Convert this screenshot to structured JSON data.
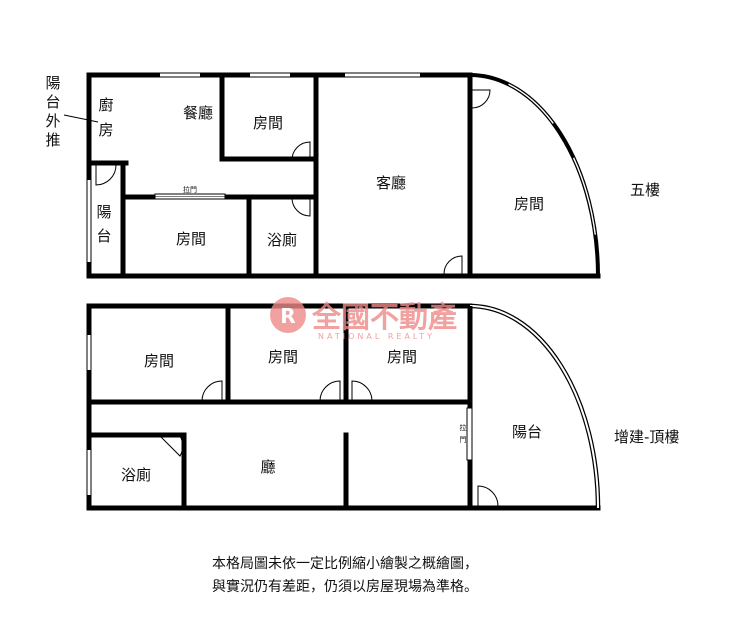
{
  "labels": {
    "balcony_pushout": [
      "陽",
      "台",
      "外",
      "推"
    ],
    "kitchen": [
      "廚",
      "房"
    ],
    "dining": "餐廳",
    "room_top_small": "房間",
    "living": "客廳",
    "room_quarter": "房間",
    "balcony_left": [
      "陽",
      "台"
    ],
    "sliding_door_a": "拉門",
    "room_bottom_5f": "房間",
    "bath_5f": "浴廁",
    "room_l": "房間",
    "room_m": "房間",
    "room_r": "房間",
    "sliding_door_b": [
      "拉",
      "門"
    ],
    "balcony_top": "陽台",
    "bath_top": "浴廁",
    "hall": "廳"
  },
  "floors": {
    "fifth": "五樓",
    "top": "增建-頂樓"
  },
  "watermark": {
    "cn": "全國不動產",
    "en": "NATIONAL REALTY",
    "logo_letter": "R"
  },
  "notes": [
    "本格局圖未依一定比例縮小繪製之概繪圖，",
    "與實況仍有差距，仍須以房屋現場為準格。"
  ]
}
